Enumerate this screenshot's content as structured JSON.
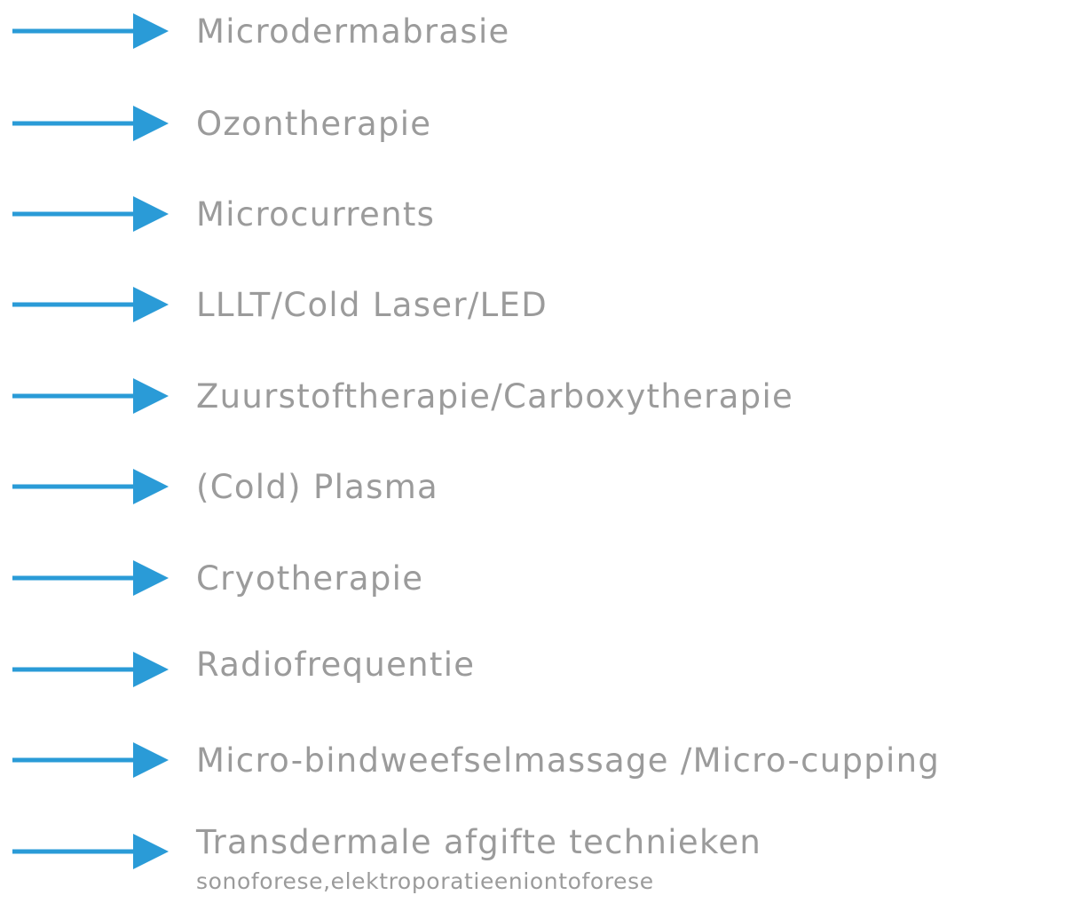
{
  "accent_color": "#2a9bd7",
  "text_color": "#9b9b9b",
  "items": [
    {
      "icon": "arrow-right-icon",
      "label": "Microdermabrasie"
    },
    {
      "icon": "arrow-right-icon",
      "label": "Ozontherapie"
    },
    {
      "icon": "arrow-right-icon",
      "label": "Microcurrents"
    },
    {
      "icon": "arrow-right-icon",
      "label": "LLLT/Cold Laser/LED"
    },
    {
      "icon": "arrow-right-icon",
      "label": "Zuurstoftherapie/Carboxytherapie"
    },
    {
      "icon": "arrow-right-icon",
      "label": "(Cold) Plasma"
    },
    {
      "icon": "arrow-right-icon",
      "label": "Cryotherapie"
    },
    {
      "icon": "arrow-right-icon",
      "label": "Radiofrequentie"
    },
    {
      "icon": "arrow-right-icon",
      "label": "Micro-bindweefselmassage /Micro-cupping"
    },
    {
      "icon": "arrow-right-icon",
      "label": "Transdermale afgifte technieken",
      "sublabel": "sonoforese,elektroporatieeniontoforese"
    }
  ]
}
